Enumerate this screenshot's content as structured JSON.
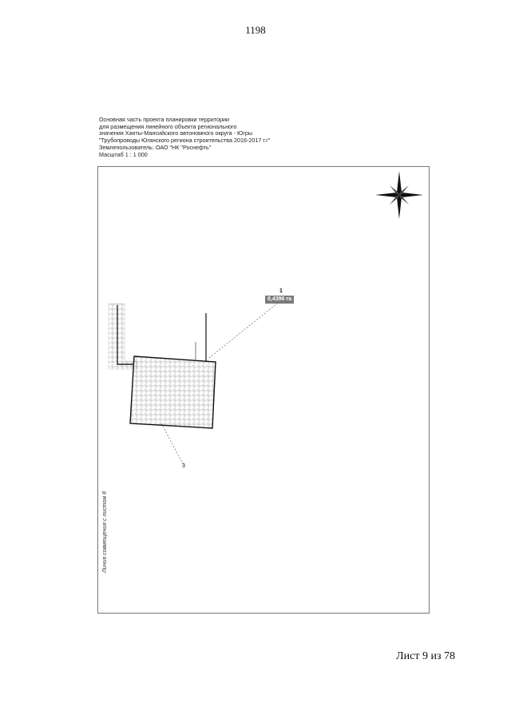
{
  "page": {
    "number": "1198"
  },
  "caption": {
    "lines": [
      "Основная часть проекта планировки территории",
      "для размещения линейного объекта регионального",
      "значения Ханты-Мансийского автономного округа - Югры",
      "\"Трубопроводы Юганского региона строительства 2016-2017 г.г\"",
      "Землепользователь: ОАО \"НК \"Роснефть\"",
      "Масштаб 1 : 1 000"
    ]
  },
  "map": {
    "side_label": "Линия совмещения с листом 8",
    "plot": {
      "number": "1",
      "area": "0,4396 га"
    },
    "point_label": "3"
  },
  "footer": {
    "sheet": "Лист 9 из 78"
  }
}
